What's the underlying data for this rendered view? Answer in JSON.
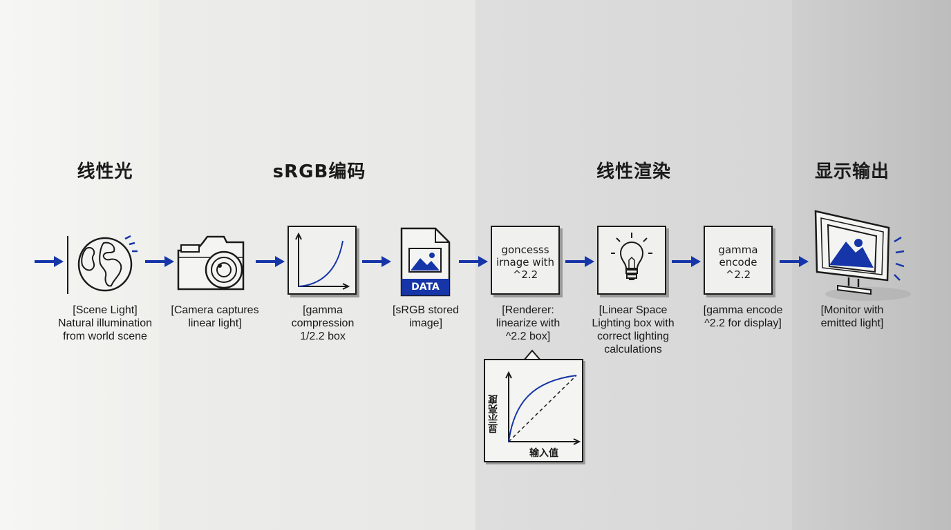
{
  "sections": [
    {
      "title": "线性光"
    },
    {
      "title": "sRGB编码"
    },
    {
      "title": "线性渲染"
    },
    {
      "title": "显示输出"
    }
  ],
  "steps": [
    {
      "icon": "globe-icon",
      "caption": "[Scene Light]\nNatural illumination\nfrom world scene"
    },
    {
      "icon": "camera-icon",
      "caption": "[Camera captures\nlinear light]"
    },
    {
      "icon": "gamma-curve-box-icon",
      "caption": "[gamma\ncompression\n1/2.2 box"
    },
    {
      "icon": "data-file-icon",
      "badge": "DATA",
      "caption": "[sRGB stored\nimage]"
    },
    {
      "icon": "renderer-box",
      "box_text": "goncesss\nirnage with\n^2.2",
      "caption": "[Renderer:\nlinearize with\n^2.2 box]"
    },
    {
      "icon": "lightbulb-icon",
      "caption": "[Linear Space\nLighting box with\ncorrect lighting\ncalculations"
    },
    {
      "icon": "gamma-encode-box",
      "box_text": "gamma\nencode\n^2.2",
      "caption": "[gamma encode\n^2.2 for display]"
    },
    {
      "icon": "monitor-icon",
      "caption": "[Monitor with\nemitted light]"
    }
  ],
  "inset_chart": {
    "y_label": "显示亮度",
    "x_label": "输入值"
  },
  "colors": {
    "accent": "#1535a8",
    "ink": "#1a1a1a"
  }
}
